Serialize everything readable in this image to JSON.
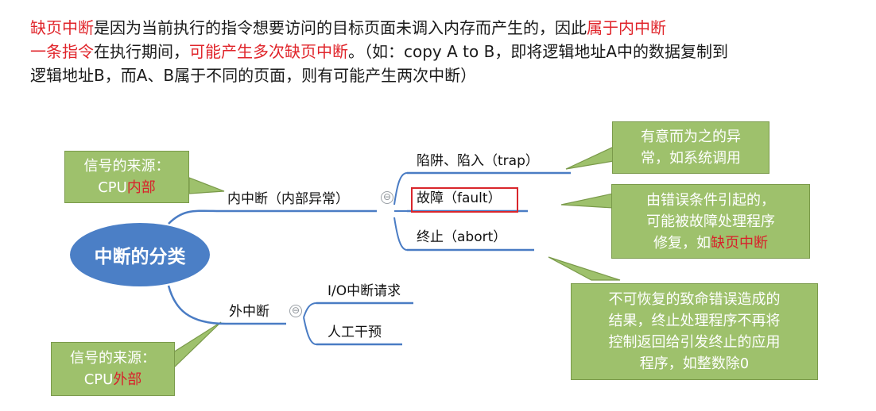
{
  "intro": {
    "line1": [
      {
        "text": "缺页中断",
        "red": true
      },
      {
        "text": "是因为当前执行的指令想要访问的目标页面未调入内存而产生的，因此",
        "red": false
      },
      {
        "text": "属于内中断",
        "red": true
      }
    ],
    "line2": [
      {
        "text": "一条指令",
        "red": true
      },
      {
        "text": "在执行期间，",
        "red": false
      },
      {
        "text": "可能产生多次缺页中断",
        "red": true
      },
      {
        "text": "。（如：copy A to B，即将逻辑地址A中的数据复制到",
        "red": false
      }
    ],
    "line3": "逻辑地址B，而A、B属于不同的页面，则有可能产生两次中断）"
  },
  "mindmap": {
    "root": "中断的分类",
    "internal": {
      "label": "内中断（内部异常）",
      "children": {
        "trap": "陷阱、陷入（trap）",
        "fault": "故障（fault）",
        "abort": "终止（abort）"
      }
    },
    "external": {
      "label": "外中断",
      "children": {
        "io": "I/O中断请求",
        "manual": "人工干预"
      }
    },
    "collapse_symbol": "⊖"
  },
  "notes": {
    "internal_source": {
      "line1": "信号的来源：",
      "line2_prefix": "CPU",
      "line2_red": "内部"
    },
    "external_source": {
      "line1": "信号的来源：",
      "line2_prefix": "CPU",
      "line2_red": "外部"
    },
    "trap": {
      "line1": "有意而为之的异",
      "line2": "常，如系统调用"
    },
    "fault": {
      "line1": "由错误条件引起的，",
      "line2": "可能被故障处理程序",
      "line3_prefix": "修复，如",
      "line3_red": "缺页中断"
    },
    "abort": {
      "line1": "不可恢复的致命错误造成的",
      "line2": "结果，终止处理程序不再将",
      "line3": "控制返回给引发终止的应用",
      "line4": "程序，如整数除0"
    }
  },
  "colors": {
    "highlight_red": "#e0252b",
    "root_blue": "#4b7fc6",
    "note_green": "#9ec16c",
    "branch_blue": "#4a7cc4"
  }
}
